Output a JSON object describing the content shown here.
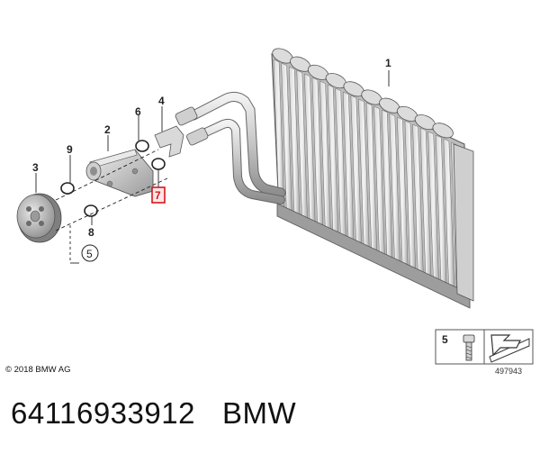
{
  "diagram": {
    "callouts": {
      "evaporator": "1",
      "expansion_valve": "2",
      "blower_cap": "3",
      "bracket": "4",
      "screw": "5",
      "o_ring_6": "6",
      "o_ring_7": "7",
      "o_ring_8": "8",
      "o_ring_9": "9"
    },
    "highlighted_callout": "7",
    "highlight_color": "#d0191f",
    "copyright": "© 2018 BMW AG",
    "drawing_number": "497943",
    "legend_number": "5"
  },
  "footer": {
    "part_number": "64116933912",
    "brand": "BMW"
  }
}
